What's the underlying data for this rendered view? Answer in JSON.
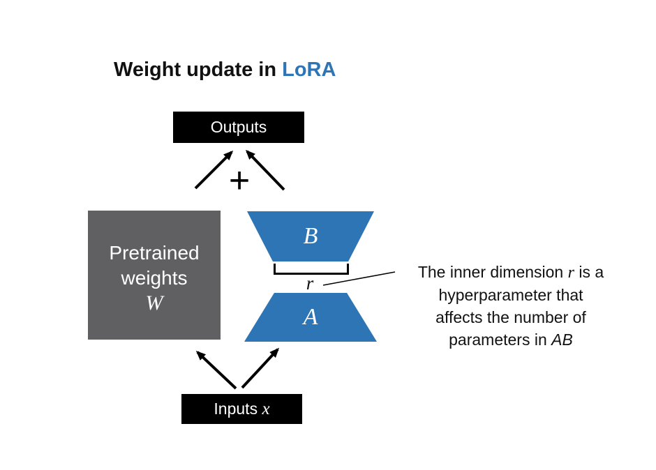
{
  "title": {
    "prefix": "Weight update in ",
    "highlight": "LoRA"
  },
  "colors": {
    "accent_blue": "#2e75b6",
    "box_gray": "#606062",
    "box_black": "#000000",
    "text_black": "#111111"
  },
  "outputs_box": {
    "label": "Outputs"
  },
  "plus_sign": "+",
  "pretrained_box": {
    "line1": "Pretrained",
    "line2": "weights",
    "symbol": "W"
  },
  "lora_matrices": {
    "b_label": "B",
    "r_label": "r",
    "a_label": "A"
  },
  "annotation": {
    "line1_pre": "The inner dimension ",
    "line1_math": "r",
    "line1_post": " is a",
    "line2": "hyperparameter that",
    "line3": "affects the number of",
    "line4_pre": "parameters in ",
    "line4_math": "AB"
  },
  "inputs_box": {
    "label_text": "Inputs ",
    "label_math": "x"
  }
}
